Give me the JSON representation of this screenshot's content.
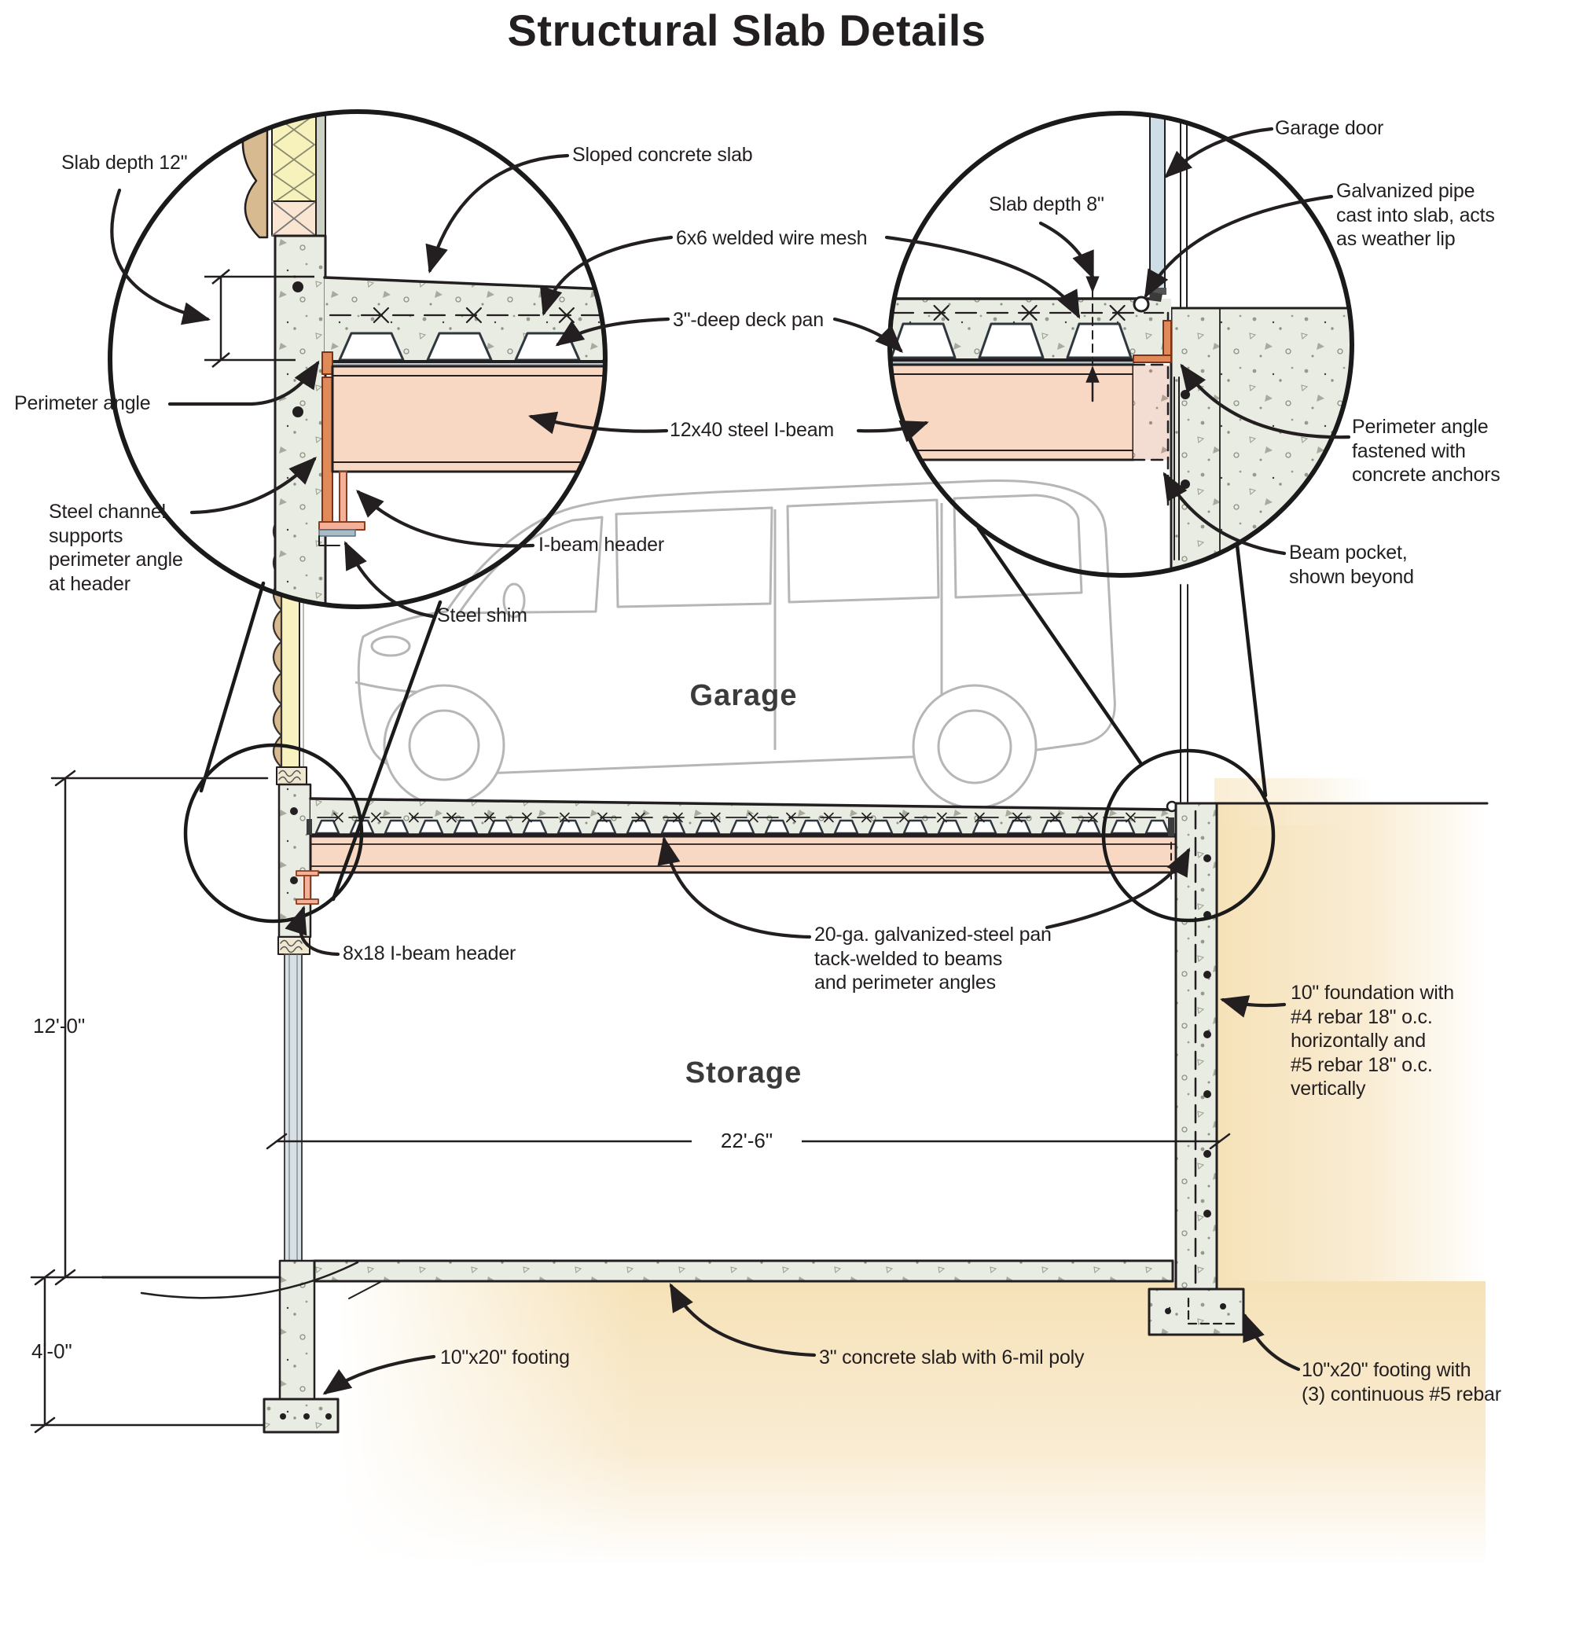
{
  "title": "Structural Slab Details",
  "colors": {
    "ink": "#231f20",
    "concrete": "#e9ece3",
    "beam_pink": "#f8d7c3",
    "steel_orange": "#e08a5a",
    "earth_tan": "#f6e2b8",
    "insulation_yellow": "#f7f2bb",
    "siding_tan": "#d8ba90",
    "door_gray": "#cfdde6"
  },
  "detail_left": {
    "labels": {
      "slab_depth": "Slab depth 12\"",
      "sloped_slab": "Sloped concrete slab",
      "wire_mesh": "6x6 welded wire mesh",
      "deck_pan": "3\"-deep deck pan",
      "i_beam": "12x40 steel I-beam",
      "perimeter_angle": "Perimeter angle",
      "steel_channel": "Steel channel\nsupports\nperimeter angle\nat header",
      "i_beam_header": "I-beam header",
      "steel_shim": "Steel shim"
    }
  },
  "detail_right": {
    "labels": {
      "garage_door": "Garage door",
      "slab_depth": "Slab depth 8\"",
      "galvanized_pipe": "Galvanized pipe\ncast into slab, acts\nas weather lip",
      "perimeter_angle": "Perimeter angle\nfastened with\nconcrete anchors",
      "beam_pocket": "Beam pocket,\nshown beyond"
    }
  },
  "section": {
    "rooms": {
      "garage": "Garage",
      "storage": "Storage"
    },
    "labels": {
      "i_beam_header": "8x18 I-beam header",
      "steel_pan": "20-ga. galvanized-steel pan\ntack-welded to beams\nand perimeter angles",
      "foundation": "10\" foundation with\n#4 rebar 18\" o.c.\nhorizontally and\n#5 rebar 18\" o.c.\nvertically",
      "footing_left": "10\"x20\" footing",
      "concrete_slab": "3\" concrete slab with 6-mil poly",
      "footing_right": "10\"x20\" footing with\n(3) continuous #5 rebar"
    },
    "dimensions": {
      "height": "12'-0\"",
      "width": "22'-6\"",
      "footing_depth": "4'-0\""
    }
  }
}
